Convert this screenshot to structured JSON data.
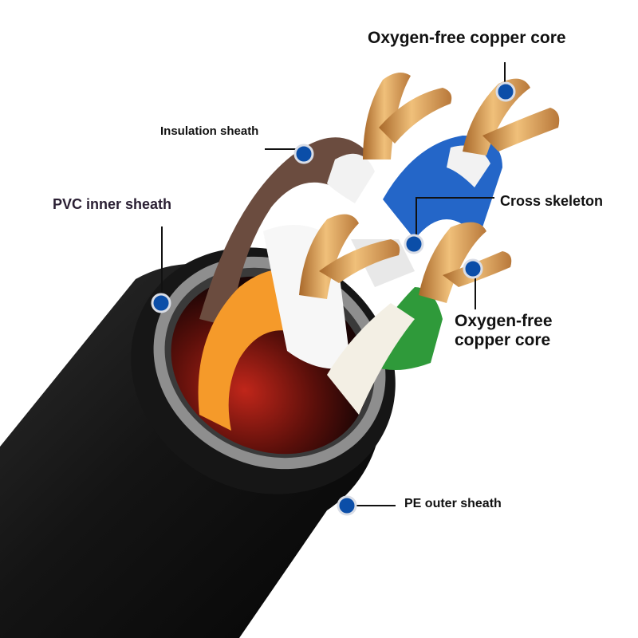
{
  "labels": {
    "oxygen_free_copper_core_top": "Oxygen-free copper core",
    "insulation_sheath": "Insulation sheath",
    "pvc_inner_sheath": "PVC inner sheath",
    "cross_skeleton": "Cross skeleton",
    "oxygen_free_copper_core_right_line1": "Oxygen-free",
    "oxygen_free_copper_core_right_line2": "copper core",
    "pe_outer_sheath": "PE outer sheath"
  },
  "colors": {
    "marker": "#0b4ea8",
    "jacket": "#121212",
    "copper": "#d6a25a",
    "pair_brown": "#6b4c3f",
    "pair_blue": "#2466c8",
    "pair_orange": "#f59a2a",
    "pair_green": "#2f9a3a"
  }
}
